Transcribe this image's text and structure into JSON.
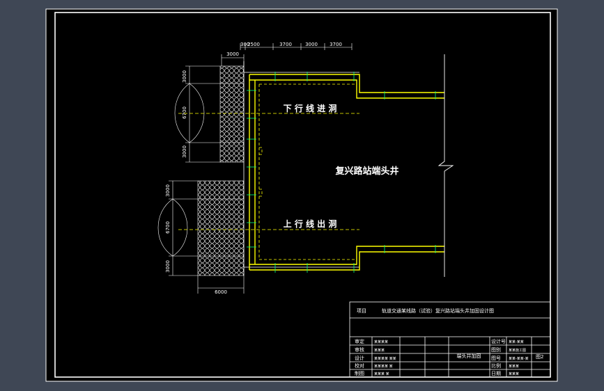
{
  "drawing": {
    "title_block_header": "项目",
    "project_name": "轨道交通某线路（试验）复兴路站端头井加固设计图",
    "station_label": "复兴路站端头井",
    "down_tunnel_label": "下 行 线 进 洞",
    "up_tunnel_label": "上 行 线 出 洞",
    "center_block_label": "端头井加固",
    "sheet_no": "图2"
  },
  "dimensions": {
    "top_chain": [
      "300",
      "2500",
      "3700",
      "3000",
      "3700"
    ],
    "upper_width": "3000",
    "upper_side": [
      "3000",
      "6700",
      "3000"
    ],
    "lower_side": [
      "3000",
      "6700",
      "3000"
    ],
    "bottom_width": "6000"
  },
  "title_block": {
    "left_rows": [
      {
        "label": "审定",
        "value": "某某某某"
      },
      {
        "label": "审核",
        "value": "某某某"
      },
      {
        "label": "设计",
        "value": "某某某某 某某"
      },
      {
        "label": "校对",
        "value": "某某某某 某"
      },
      {
        "label": "制图",
        "value": "某某某 某"
      }
    ],
    "right_rows": [
      {
        "label": "设计号",
        "value": "某某-某某"
      },
      {
        "label": "图别",
        "value": "某某施工图"
      },
      {
        "label": "图号",
        "value": "某某-某某-某"
      },
      {
        "label": "比例",
        "value": "某某某"
      },
      {
        "label": "日期",
        "value": "某某某"
      }
    ]
  }
}
